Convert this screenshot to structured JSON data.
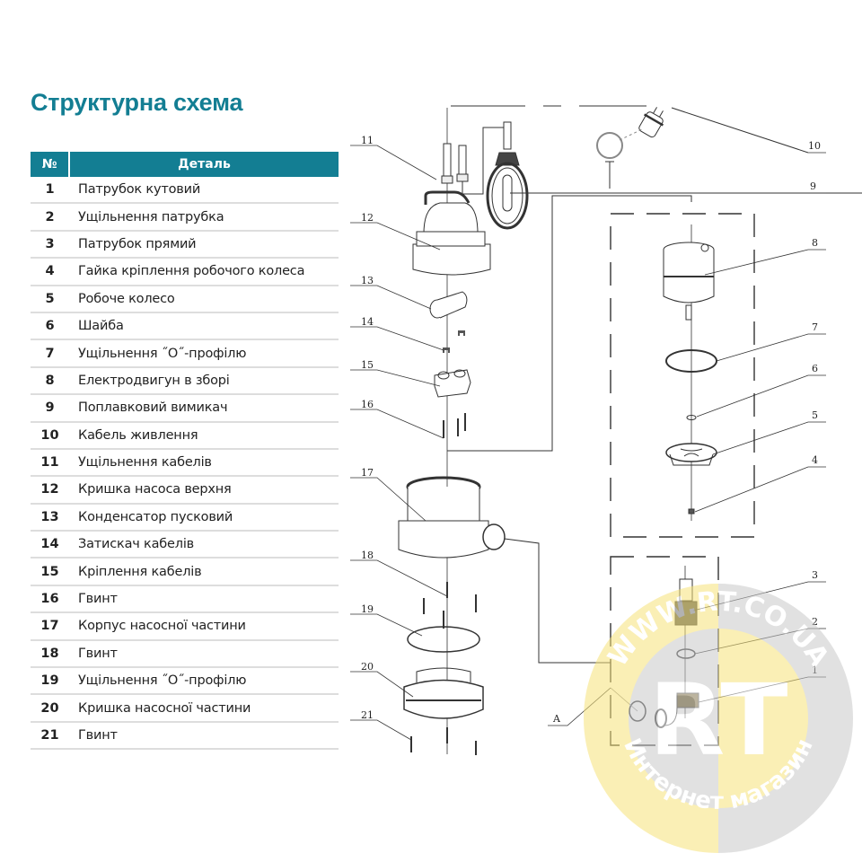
{
  "page": {
    "title": "Структурна схема"
  },
  "table": {
    "header": {
      "num": "№",
      "part": "Деталь"
    },
    "rows": [
      {
        "num": "1",
        "name": "Патрубок кутовий"
      },
      {
        "num": "2",
        "name": "Ущільнення патрубка"
      },
      {
        "num": "3",
        "name": "Патрубок прямий"
      },
      {
        "num": "4",
        "name": "Гайка кріплення робочого колеса"
      },
      {
        "num": "5",
        "name": "Робоче колесо"
      },
      {
        "num": "6",
        "name": "Шайба"
      },
      {
        "num": "7",
        "name": "Ущільнення ˝О˝-профілю"
      },
      {
        "num": "8",
        "name": "Електродвигун в зборі"
      },
      {
        "num": "9",
        "name": "Поплавковий вимикач"
      },
      {
        "num": "10",
        "name": "Кабель живлення"
      },
      {
        "num": "11",
        "name": "Ущільнення кабелів"
      },
      {
        "num": "12",
        "name": "Кришка насоса верхня"
      },
      {
        "num": "13",
        "name": "Конденсатор пусковий"
      },
      {
        "num": "14",
        "name": "Затискач кабелів"
      },
      {
        "num": "15",
        "name": "Кріплення кабелів"
      },
      {
        "num": "16",
        "name": "Гвинт"
      },
      {
        "num": "17",
        "name": "Корпус насосної частини"
      },
      {
        "num": "18",
        "name": "Гвинт"
      },
      {
        "num": "19",
        "name": "Ущільнення ˝О˝-профілю"
      },
      {
        "num": "20",
        "name": "Кришка насосної частини"
      },
      {
        "num": "21",
        "name": "Гвинт"
      }
    ]
  },
  "diagram": {
    "callouts": {
      "c1": "1",
      "c2": "2",
      "c3": "3",
      "c4": "4",
      "c5": "5",
      "c6": "6",
      "c7": "7",
      "c8": "8",
      "c9": "9",
      "c10": "10",
      "c11": "11",
      "c12": "12",
      "c13": "13",
      "c14": "14",
      "c15": "15",
      "c16": "16",
      "c17": "17",
      "c18": "18",
      "c19": "19",
      "c20": "20",
      "c21": "21",
      "cA": "A"
    }
  },
  "watermark": {
    "url": "WWW.RT.CO.UA",
    "logo": "RT",
    "subtitle": "Интернет магазин"
  },
  "colors": {
    "accent": "#137e93",
    "row_border": "#dddddd",
    "watermark_yellow": "#f6e27a",
    "watermark_gray": "#c9c9c9"
  }
}
